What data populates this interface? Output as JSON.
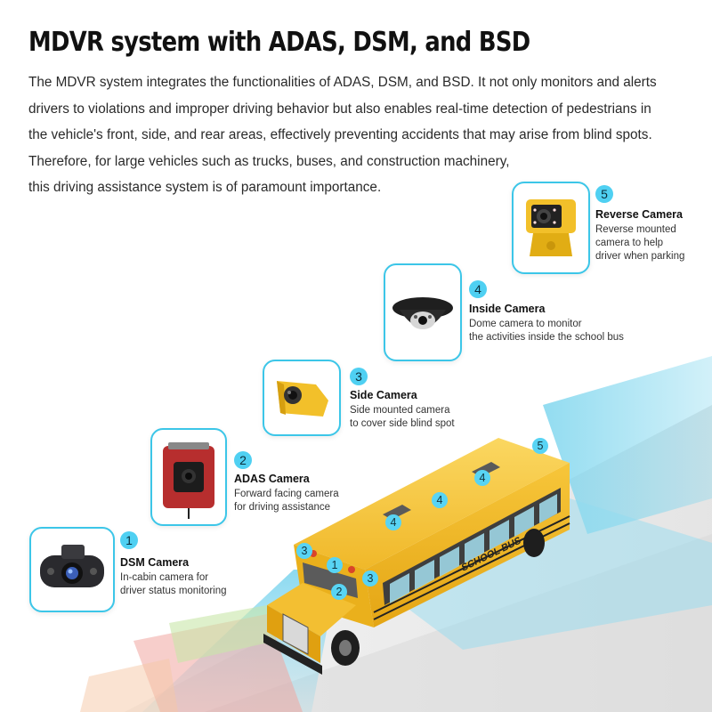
{
  "title": "MDVR system with ADAS, DSM, and BSD",
  "intro": [
    "The MDVR system integrates the functionalities of ADAS, DSM, and BSD. It not only monitors and alerts",
    "drivers to violations and improper driving behavior but also enables real-time detection of pedestrians in",
    "the vehicle's front, side, and rear areas, effectively preventing accidents that may arise from blind spots.",
    "Therefore, for large vehicles such as trucks, buses, and construction machinery,",
    "this driving assistance system is of paramount importance."
  ],
  "cameras": [
    {
      "number": "1",
      "title": "DSM Camera",
      "desc": [
        "In-cabin camera for",
        "driver status monitoring"
      ],
      "icon": "dsm-camera-icon"
    },
    {
      "number": "2",
      "title": "ADAS Camera",
      "desc": [
        "Forward facing camera",
        "for driving assistance"
      ],
      "icon": "adas-camera-icon"
    },
    {
      "number": "3",
      "title": "Side Camera",
      "desc": [
        "Side mounted camera",
        "to cover side blind spot"
      ],
      "icon": "side-camera-icon"
    },
    {
      "number": "4",
      "title": "Inside Camera",
      "desc": [
        "Dome camera to monitor",
        "the activities inside the school bus"
      ],
      "icon": "dome-camera-icon"
    },
    {
      "number": "5",
      "title": "Reverse Camera",
      "desc": [
        "Reverse mounted",
        "camera to help",
        "driver when parking"
      ],
      "icon": "reverse-camera-icon"
    }
  ],
  "bus": {
    "side_lettering": "SCHOOL BUS",
    "markers": [
      "3",
      "1",
      "2",
      "3",
      "4",
      "4",
      "4",
      "5"
    ]
  },
  "colors": {
    "accent": "#3cc6e8",
    "bus_yellow": "#f2b51c",
    "coverage_blue": "#7fd6ee"
  }
}
